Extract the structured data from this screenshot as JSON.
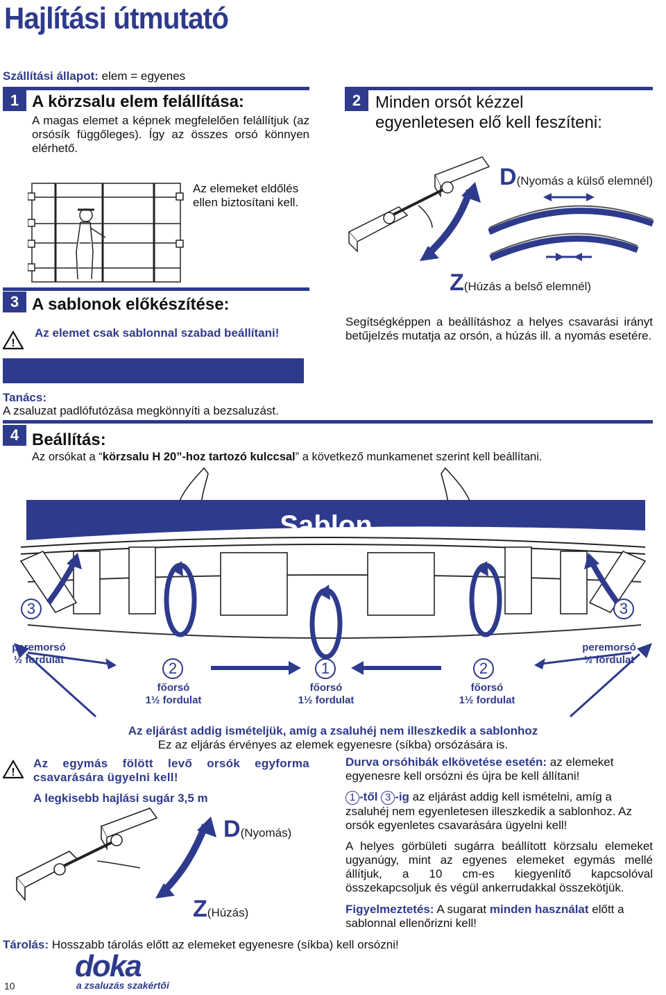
{
  "page_title": "Hajlítási útmutató",
  "shipping": {
    "label": "Szállítási állapot:",
    "text": "elem = egyenes"
  },
  "step1": {
    "number": "1",
    "title": "A körzsalu elem felállítása:",
    "text": "A magas elemet a képnek megfelelően felállítjuk (az orsósík függőleges). Így az összes orsó könnyen elérhető.",
    "note": "Az elemeket eldőlés ellen biztosítani kell."
  },
  "step2": {
    "number": "2",
    "title_line1": "Minden orsót kézzel",
    "title_line2": "egyenletesen elő kell feszíteni:",
    "d_letter": "D",
    "d_text": "(Nyomás a külső elemnél)",
    "z_letter": "Z",
    "z_text": "(Húzás a belső elemnél)",
    "help": "Segítségképpen a beállításhoz a helyes csavarási irányt betűjelzés mutatja az orsón, a húzás ill. a nyomás esetére."
  },
  "step3": {
    "number": "3",
    "title": "A sablonok előkészítése:",
    "warning": "Az elemet csak sablonnal szabad beállítani!"
  },
  "tip": {
    "label": "Tanács:",
    "text": "A zsaluzat padlófutózása megkönnyíti a bezsaluzást."
  },
  "step4": {
    "number": "4",
    "title": "Beállítás:",
    "text_a": "Az orsókat a “",
    "text_b": "körzsalu H 20",
    "text_c": "”-hoz tartozó kulccsal",
    "text_d": "” a következő munkamenet szerint kell beállítani."
  },
  "diagram": {
    "sablon": "Sablon",
    "left_num": "3",
    "right_num": "3",
    "left_label": "peremorsó\n½  fordulat",
    "right_label": "peremorsó\n½  fordulat",
    "c2a_num": "2",
    "c2a_label": "főorsó\n1½  fordulat",
    "c1_num": "1",
    "c1_label": "főorsó\n1½  fordulat",
    "c2b_num": "2",
    "c2b_label": "főorsó\n1½  fordulat"
  },
  "repeat": {
    "line1": "Az eljárást addig ismételjük, amíg a zsaluhéj nem illeszkedik a sablonhoz",
    "line2": "Ez az eljárás érvényes az elemek egyenesre (síkba) orsózására is."
  },
  "left_bottom": {
    "warning": "Az egymás fölött levő orsók egyforma csavarására ügyelni kell!",
    "radius": "A legkisebb hajlási sugár 3,5 m",
    "d_letter": "D",
    "d_text": "(Nyomás)",
    "z_letter": "Z",
    "z_text": "(Húzás)"
  },
  "right_bottom": {
    "error_label": "Durva orsóhibák elkövetése esetén:",
    "error_text": " az elemeket egyenesre kell orsózni és újra be kell állítani!",
    "step_from": "1",
    "step_from_suffix": "-től",
    "step_to": "3",
    "step_to_suffix": "-ig",
    "repeat_text": " az eljárást addig kell ismételni, amíg a zsaluhéj nem egyenletesen illeszkedik a sablonhoz. Az orsók egyenletes csavarására ügyelni kell!",
    "para": "A helyes görbületi sugárra beállított körzsalu elemeket ugyanúgy, mint az egyenes elemeket egymás mellé állítjuk, a 10 cm-es kiegyenlítő kapcsolóval összekapcsoljuk és végül ankerrudakkal összekötjük.",
    "warn_label": "Figyelmeztetés:",
    "warn_text_a": " A sugarat ",
    "warn_bold": "minden használat",
    "warn_text_b": " előtt a sablonnal ellenőrizni kell!"
  },
  "storage": {
    "label": "Tárolás:",
    "text": " Hosszabb tárolás előtt az elemeket egyenesre (síkba) kell orsózni!"
  },
  "footer": {
    "page_number": "10",
    "logo": "doka",
    "tagline": "a zsaluzás szakértői"
  },
  "colors": {
    "accent": "#2e3a8c"
  }
}
